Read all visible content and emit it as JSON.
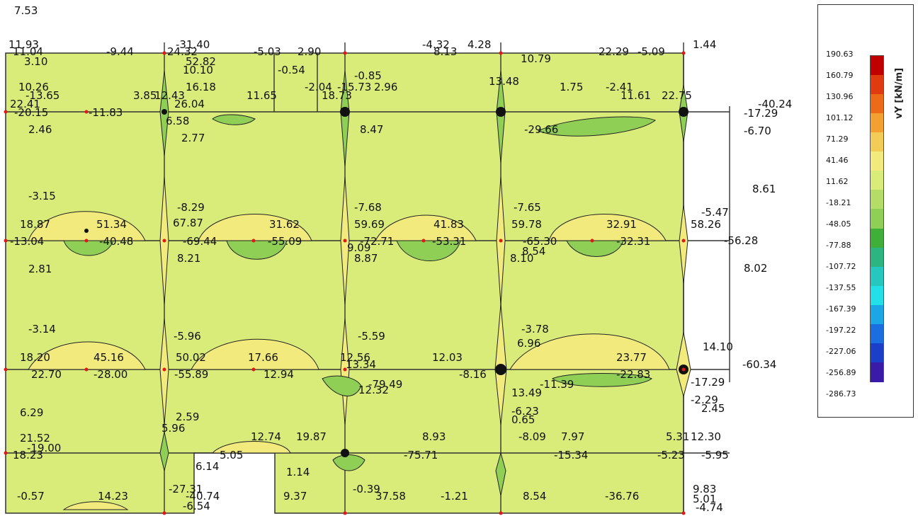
{
  "legend": {
    "title": "vY [kN/m]",
    "ticks": [
      "190.63",
      "160.79",
      "130.96",
      "101.12",
      "71.29",
      "41.46",
      "11.62",
      "-18.21",
      "-48.05",
      "-77.88",
      "-107.72",
      "-137.55",
      "-167.39",
      "-197.22",
      "-227.06",
      "-256.89",
      "-286.73"
    ],
    "colors": [
      "#c00000",
      "#e03a10",
      "#ec6a18",
      "#f4a030",
      "#f3cc57",
      "#f2ea7c",
      "#d9ec7a",
      "#b3dd66",
      "#8fcf55",
      "#3faf3a",
      "#2cb580",
      "#25c7bf",
      "#22dfe8",
      "#1ba7e6",
      "#1a6ee0",
      "#1b3fc9",
      "#3a1aa8"
    ]
  },
  "labels": [
    {
      "t": "11.93"
    },
    {
      "t": "11.04"
    },
    {
      "t": "3.10"
    },
    {
      "t": "-9.44"
    },
    {
      "t": "-31.40"
    },
    {
      "t": "24.32"
    },
    {
      "t": "52.82"
    },
    {
      "t": "10.10"
    },
    {
      "t": "-5.03"
    },
    {
      "t": "2.90"
    },
    {
      "t": "-0.54"
    },
    {
      "t": "-4.32"
    },
    {
      "t": "4.28"
    },
    {
      "t": "1.44"
    },
    {
      "t": "8.13"
    },
    {
      "t": "10.79"
    },
    {
      "t": "22.29"
    },
    {
      "t": "-5.09"
    },
    {
      "t": "10.26"
    },
    {
      "t": "-13.65"
    },
    {
      "t": "16.18"
    },
    {
      "t": "3.85"
    },
    {
      "t": "12.43"
    },
    {
      "t": "11.65"
    },
    {
      "t": "-2.04"
    },
    {
      "t": "18.73"
    },
    {
      "t": "-15.73"
    },
    {
      "t": "2.96"
    },
    {
      "t": "-0.85"
    },
    {
      "t": "13.48"
    },
    {
      "t": "1.75"
    },
    {
      "t": "-2.41"
    },
    {
      "t": "11.61"
    },
    {
      "t": "22.75"
    },
    {
      "t": "-40.24"
    },
    {
      "t": "22.41"
    },
    {
      "t": "-20.15"
    },
    {
      "t": "-11.83"
    },
    {
      "t": "26.04"
    },
    {
      "t": "-17.29"
    },
    {
      "t": "2.46"
    },
    {
      "t": "6.58"
    },
    {
      "t": "2.77"
    },
    {
      "t": "8.47"
    },
    {
      "t": "-29.66"
    },
    {
      "t": "-6.70"
    },
    {
      "t": "8.61"
    },
    {
      "t": "-3.15"
    },
    {
      "t": "18.87"
    },
    {
      "t": "51.34"
    },
    {
      "t": "-8.29"
    },
    {
      "t": "67.87"
    },
    {
      "t": "31.62"
    },
    {
      "t": "-7.68"
    },
    {
      "t": "59.69"
    },
    {
      "t": "41.83"
    },
    {
      "t": "-7.65"
    },
    {
      "t": "59.78"
    },
    {
      "t": "32.91"
    },
    {
      "t": "-5.47"
    },
    {
      "t": "58.26"
    },
    {
      "t": "-13.04"
    },
    {
      "t": "-40.48"
    },
    {
      "t": "-69.44"
    },
    {
      "t": "-55.09"
    },
    {
      "t": "9.09"
    },
    {
      "t": "-72.71"
    },
    {
      "t": "-53.31"
    },
    {
      "t": "-65.30"
    },
    {
      "t": "-32.31"
    },
    {
      "t": "-56.28"
    },
    {
      "t": "8.21"
    },
    {
      "t": "8.87"
    },
    {
      "t": "8.54"
    },
    {
      "t": "8.10"
    },
    {
      "t": "2.81"
    },
    {
      "t": "8.02"
    },
    {
      "t": "-3.14"
    },
    {
      "t": "-5.96"
    },
    {
      "t": "-5.59"
    },
    {
      "t": "-3.78"
    },
    {
      "t": "18.20"
    },
    {
      "t": "45.16"
    },
    {
      "t": "50.02"
    },
    {
      "t": "17.66"
    },
    {
      "t": "12.56"
    },
    {
      "t": "12.03"
    },
    {
      "t": "6.96"
    },
    {
      "t": "23.77"
    },
    {
      "t": "14.10"
    },
    {
      "t": "-60.34"
    },
    {
      "t": "22.70"
    },
    {
      "t": "-28.00"
    },
    {
      "t": "-55.89"
    },
    {
      "t": "12.94"
    },
    {
      "t": "13.34"
    },
    {
      "t": "-8.16"
    },
    {
      "t": "-22.83"
    },
    {
      "t": "-17.29"
    },
    {
      "t": "-79.49"
    },
    {
      "t": "-11.39"
    },
    {
      "t": "13.49"
    },
    {
      "t": "12.32"
    },
    {
      "t": "6.29"
    },
    {
      "t": "2.59"
    },
    {
      "t": "-2.29"
    },
    {
      "t": "2.45"
    },
    {
      "t": "-6.23"
    },
    {
      "t": "0.65"
    },
    {
      "t": "21.52"
    },
    {
      "t": "-19.00"
    },
    {
      "t": "5.96"
    },
    {
      "t": "12.74"
    },
    {
      "t": "19.87"
    },
    {
      "t": "8.93"
    },
    {
      "t": "-8.09"
    },
    {
      "t": "7.97"
    },
    {
      "t": "5.31"
    },
    {
      "t": "12.30"
    },
    {
      "t": "18.23"
    },
    {
      "t": "5.05"
    },
    {
      "t": "6.14"
    },
    {
      "t": "1.14"
    },
    {
      "t": "-75.71"
    },
    {
      "t": "-5.95"
    },
    {
      "t": "-5.23"
    },
    {
      "t": "-15.34"
    },
    {
      "t": "-0.57"
    },
    {
      "t": "14.23"
    },
    {
      "t": "-27.31"
    },
    {
      "t": "-40.74"
    },
    {
      "t": "9.37"
    },
    {
      "t": "-0.39"
    },
    {
      "t": "-1.21"
    },
    {
      "t": "8.54"
    },
    {
      "t": "-36.76"
    },
    {
      "t": "9.83"
    },
    {
      "t": "5.01"
    },
    {
      "t": "-4.74"
    },
    {
      "t": "37.58"
    },
    {
      "t": "-6.54"
    },
    {
      "t": "7.53"
    }
  ]
}
